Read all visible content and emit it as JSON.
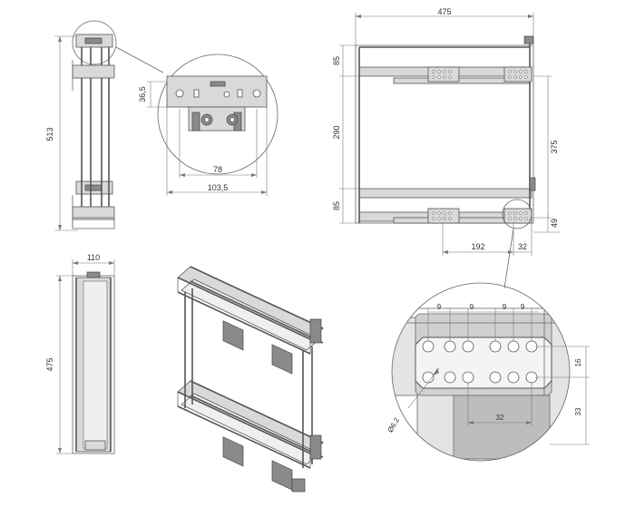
{
  "diagram": {
    "side_view": {
      "height": "513"
    },
    "detail_top": {
      "hole_offset": "36,5",
      "inner_width": "78",
      "outer_width": "103,5"
    },
    "front_view": {
      "width": "475",
      "top_gap": "85",
      "mid_gap": "290",
      "bottom_gap": "85",
      "right_height": "375",
      "right_base": "49",
      "slide_span": "192",
      "slide_end": "32"
    },
    "end_view": {
      "depth": "110",
      "height": "475"
    },
    "detail_holes": {
      "pitch_1": "9",
      "pitch_2": "9",
      "pitch_3": "9",
      "pitch_4": "9",
      "row_offset": "16",
      "base_height": "33",
      "group_span": "32",
      "hole_dia": "Ø6,2"
    }
  },
  "colors": {
    "line": "#666666",
    "part_fill": "#d9d9d9",
    "dark_fill": "#8a8a8a"
  }
}
